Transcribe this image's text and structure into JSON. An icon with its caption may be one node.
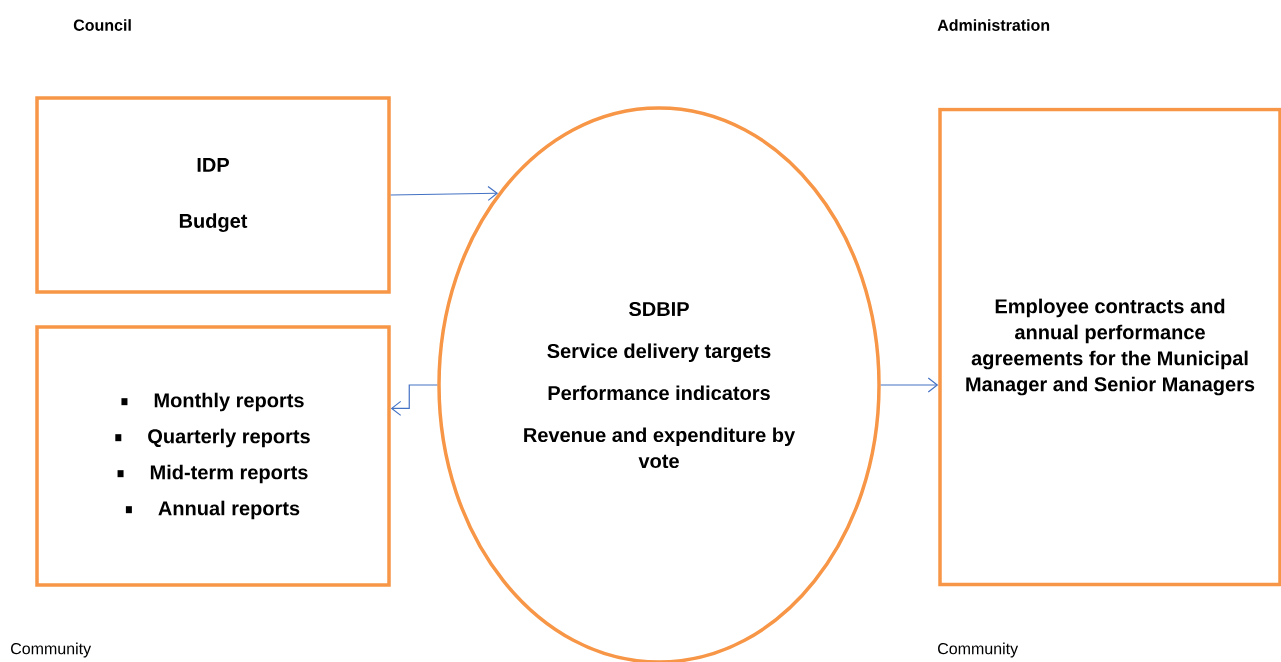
{
  "diagram": {
    "nodes": [
      {
        "text": [
          "IDP",
          "Budget"
        ]
      },
      {
        "text": [
          "Monthly reports",
          "Quarterly reports",
          "Mid-term reports",
          "Annual reports"
        ]
      },
      {
        "text": [
          "SDBIP",
          "Service delivery targets",
          "Performance indicators",
          "Revenue and expenditure by vote"
        ]
      },
      {
        "text": [
          "Employee contracts and annual performance agreements for the Municipal Manager and Senior Managers"
        ]
      }
    ],
    "edges": [
      {
        "from": 0,
        "to": 2,
        "arrow": "to"
      },
      {
        "from": 2,
        "to": 1,
        "arrow": "to"
      },
      {
        "from": 2,
        "to": 3,
        "arrow": "to"
      }
    ],
    "labels": [
      "Council",
      "Administration",
      "Community",
      "Community"
    ]
  }
}
